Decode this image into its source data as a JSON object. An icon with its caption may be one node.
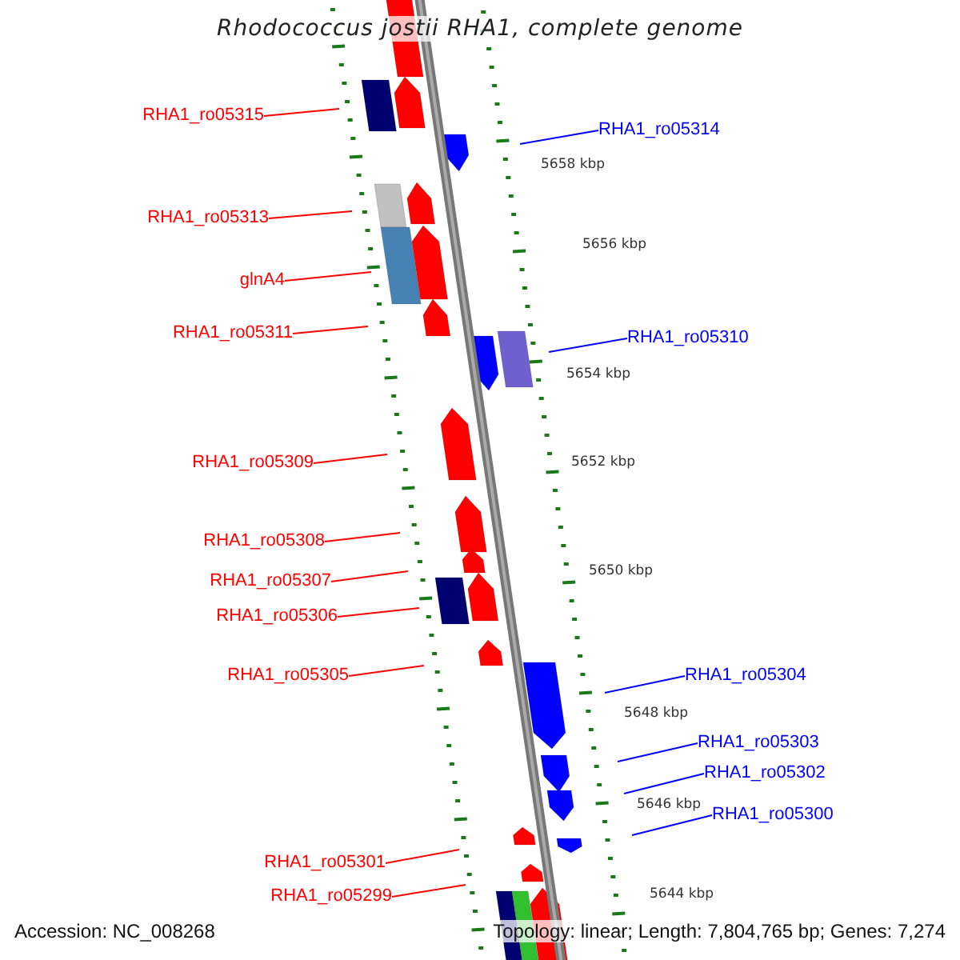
{
  "diagram": {
    "title": "Rhodococcus jostii RHA1, complete genome",
    "nodes": [
      {
        "text": [
          "RHA1_ro05315"
        ]
      },
      {
        "text": [
          "RHA1_ro05314"
        ]
      },
      {
        "text": [
          "RHA1_ro05313"
        ]
      },
      {
        "text": [
          "glnA4"
        ]
      },
      {
        "text": [
          "RHA1_ro05311"
        ]
      },
      {
        "text": [
          "RHA1_ro05310"
        ]
      },
      {
        "text": [
          "RHA1_ro05309"
        ]
      },
      {
        "text": [
          "RHA1_ro05308"
        ]
      },
      {
        "text": [
          "RHA1_ro05307"
        ]
      },
      {
        "text": [
          "RHA1_ro05306"
        ]
      },
      {
        "text": [
          "RHA1_ro05305"
        ]
      },
      {
        "text": [
          "RHA1_ro05304"
        ]
      },
      {
        "text": [
          "RHA1_ro05303"
        ]
      },
      {
        "text": [
          "RHA1_ro05302"
        ]
      },
      {
        "text": [
          "RHA1_ro05300"
        ]
      },
      {
        "text": [
          "RHA1_ro05301"
        ]
      },
      {
        "text": [
          "RHA1_ro05299"
        ]
      }
    ],
    "edges": [
      {
        "from": 0,
        "to": null,
        "arrow": "none"
      },
      {
        "from": 1,
        "to": null,
        "arrow": "none",
        "color": "#0000ff"
      },
      {
        "from": 2,
        "to": null,
        "arrow": "none"
      },
      {
        "from": 3,
        "to": null,
        "arrow": "none"
      },
      {
        "from": 4,
        "to": null,
        "arrow": "none"
      },
      {
        "from": 5,
        "to": null,
        "arrow": "none",
        "color": "#0000ff"
      },
      {
        "from": 6,
        "to": null,
        "arrow": "none"
      },
      {
        "from": 7,
        "to": null,
        "arrow": "none"
      },
      {
        "from": 8,
        "to": null,
        "arrow": "none"
      },
      {
        "from": 9,
        "to": null,
        "arrow": "none"
      },
      {
        "from": 10,
        "to": null,
        "arrow": "none"
      },
      {
        "from": 11,
        "to": null,
        "arrow": "none",
        "color": "#0000ff"
      },
      {
        "from": 12,
        "to": null,
        "arrow": "none",
        "color": "#0000ff"
      },
      {
        "from": 13,
        "to": null,
        "arrow": "none",
        "color": "#0000ff"
      },
      {
        "from": 14,
        "to": null,
        "arrow": "none",
        "color": "#0000ff"
      },
      {
        "from": 15,
        "to": null,
        "arrow": "none"
      },
      {
        "from": 16,
        "to": null,
        "arrow": "none"
      }
    ],
    "labels": [
      "5658 kbp",
      "5656 kbp",
      "5654 kbp",
      "5652 kbp",
      "5650 kbp",
      "5648 kbp",
      "5646 kbp",
      "5644 kbp",
      "Accession: NC_008268",
      "Topology: linear; Length: 7,804,765 bp; Genes: 7,274"
    ]
  }
}
